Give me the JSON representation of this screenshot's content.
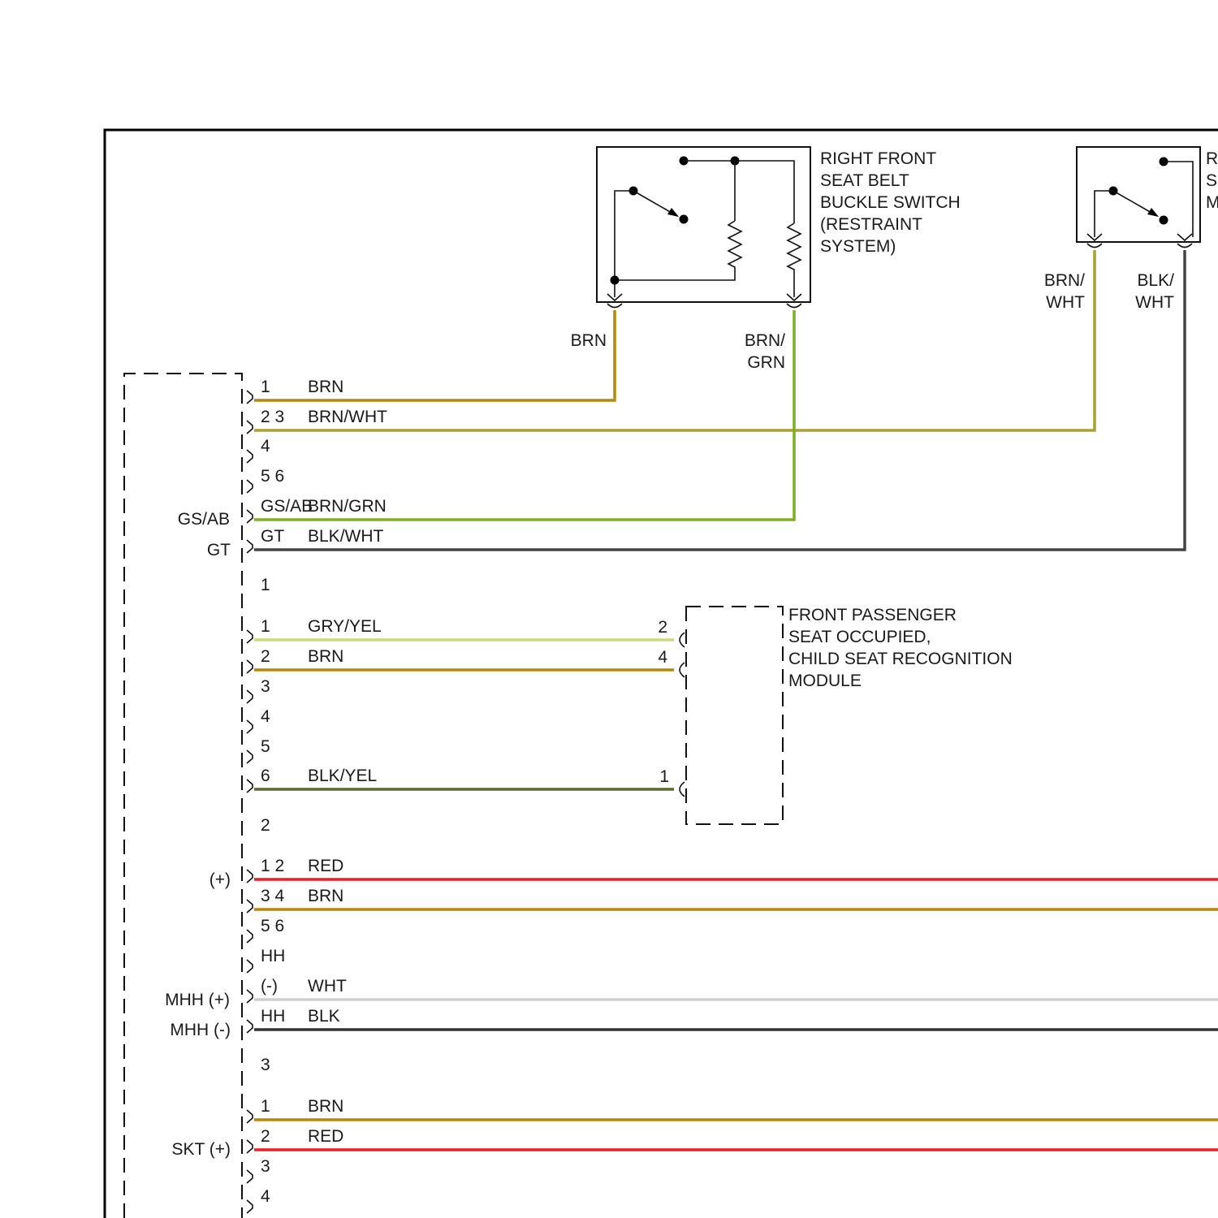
{
  "colors": {
    "BRN": "#b8860b",
    "BRN_GRN": "#7fae1f",
    "BRN_WHT": "#a8a030",
    "BLK_WHT": "#444444",
    "GRY_YEL": "#c9dc7a",
    "BLK_YEL": "#556b2f",
    "RED": "#ee1c24",
    "WHT": "#cfcfcf",
    "BLK": "#333333"
  },
  "components": {
    "buckle_switch": {
      "label_lines": [
        "RIGHT FRONT",
        "SEAT BELT",
        "BUCKLE SWITCH",
        "(RESTRAINT",
        "SYSTEM)"
      ],
      "wire_left": [
        "BRN"
      ],
      "wire_right": [
        "BRN/",
        "GRN"
      ]
    },
    "right_module": {
      "label_lines": [
        "R",
        "S",
        "M"
      ],
      "wire_left": [
        "BRN/",
        "WHT"
      ],
      "wire_right": [
        "BLK/",
        "WHT"
      ]
    },
    "occupant_module": {
      "label_lines": [
        "FRONT PASSENGER",
        "SEAT OCCUPIED,",
        "CHILD SEAT RECOGNITION",
        "MODULE"
      ],
      "pins": [
        "2",
        "4",
        "1"
      ]
    }
  },
  "connector_side_labels": [
    "GS/AB",
    "GT",
    "(+)",
    "MHH (+)",
    "MHH (-)",
    "SKT (+)"
  ],
  "pin_rows": [
    {
      "pin": "1",
      "wire": "BRN",
      "color_key": "BRN"
    },
    {
      "pin": "2 3",
      "wire": "BRN/WHT",
      "color_key": "BRN_WHT"
    },
    {
      "pin": "4",
      "wire": ""
    },
    {
      "pin": "5 6",
      "wire": ""
    },
    {
      "pin": "GS/AB",
      "wire": "BRN/GRN",
      "color_key": "BRN_GRN"
    },
    {
      "pin": "GT",
      "wire": "BLK/WHT",
      "color_key": "BLK_WHT"
    },
    {
      "pin": "1",
      "wire": ""
    },
    {
      "pin": "1",
      "wire": "GRY/YEL",
      "color_key": "GRY_YEL"
    },
    {
      "pin": "2",
      "wire": "BRN",
      "color_key": "BRN"
    },
    {
      "pin": "3",
      "wire": ""
    },
    {
      "pin": "4",
      "wire": ""
    },
    {
      "pin": "5",
      "wire": ""
    },
    {
      "pin": "6",
      "wire": "BLK/YEL",
      "color_key": "BLK_YEL"
    },
    {
      "pin": "2",
      "wire": ""
    },
    {
      "pin": "1 2",
      "wire": "RED",
      "color_key": "RED"
    },
    {
      "pin": "3 4",
      "wire": "BRN",
      "color_key": "BRN"
    },
    {
      "pin": "5 6",
      "wire": ""
    },
    {
      "pin": "HH",
      "wire": ""
    },
    {
      "pin": "(-)",
      "wire": "WHT",
      "color_key": "WHT"
    },
    {
      "pin": "HH",
      "wire": "BLK",
      "color_key": "BLK"
    },
    {
      "pin": "3",
      "wire": ""
    },
    {
      "pin": "1",
      "wire": "BRN",
      "color_key": "BRN"
    },
    {
      "pin": "2",
      "wire": "RED",
      "color_key": "RED"
    },
    {
      "pin": "3",
      "wire": ""
    },
    {
      "pin": "4",
      "wire": ""
    }
  ]
}
